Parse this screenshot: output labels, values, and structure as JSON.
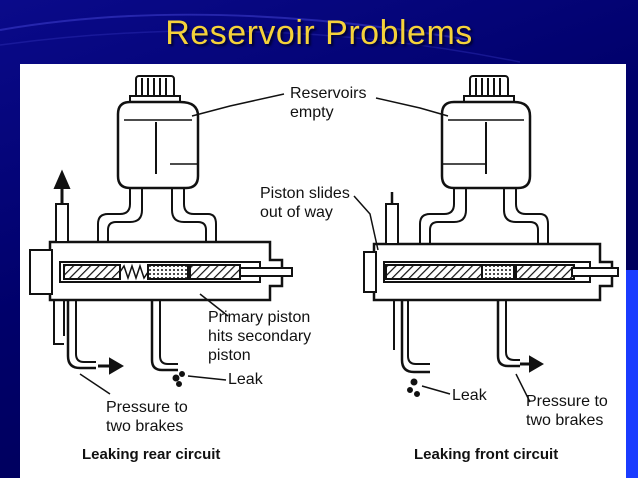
{
  "slide": {
    "title": "Reservoir Problems"
  },
  "labels": {
    "reservoirs_empty_1": "Reservoirs",
    "reservoirs_empty_2": "empty",
    "piston_slides_1": "Piston slides",
    "piston_slides_2": "out of way",
    "primary_piston_1": "Primary piston",
    "primary_piston_2": "hits secondary",
    "primary_piston_3": "piston",
    "leak_left": "Leak",
    "leak_right": "Leak",
    "pressure_left_1": "Pressure to",
    "pressure_left_2": "two brakes",
    "pressure_right_1": "Pressure to",
    "pressure_right_2": "two brakes"
  },
  "captions": {
    "left": "Leaking rear circuit",
    "right": "Leaking front circuit"
  }
}
